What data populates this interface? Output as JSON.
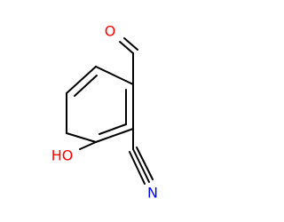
{
  "molecule": {
    "atoms": {
      "aldehyde_oxygen": {
        "symbol": "O",
        "color": "#ff0000"
      },
      "hydroxyl": {
        "symbol": "HO",
        "color": "#ff0000"
      },
      "nitrile_nitrogen": {
        "symbol": "N",
        "color": "#0000ff"
      }
    },
    "bond_color": "#000000"
  }
}
